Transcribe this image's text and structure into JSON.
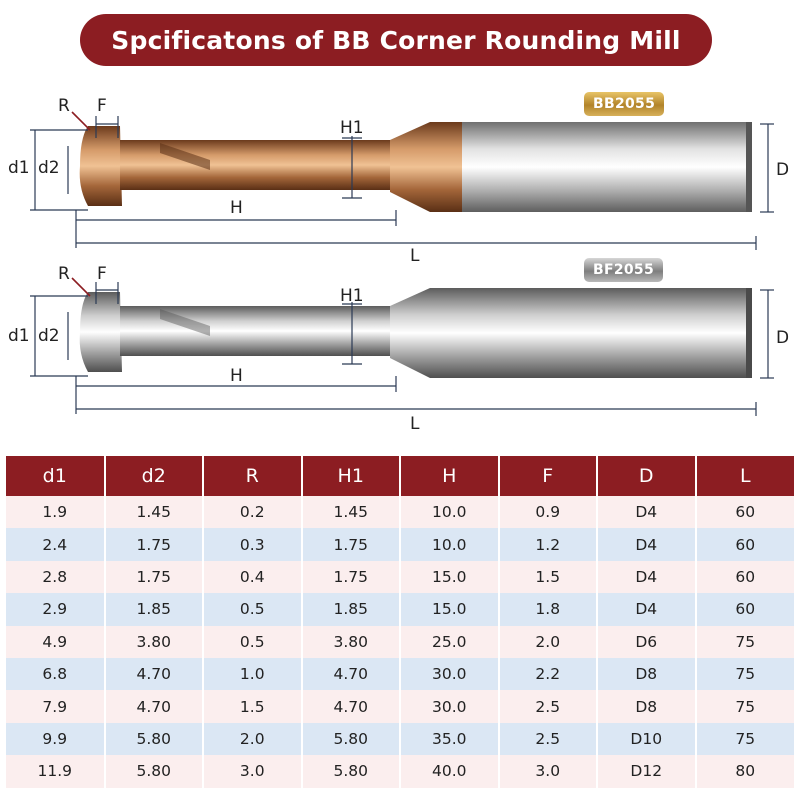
{
  "title": "Spcificatons of BB Corner Rounding Mill",
  "diagrams": [
    {
      "badge": "BB2055",
      "labels": {
        "R": "R",
        "F": "F",
        "d1": "d1",
        "d2": "d2",
        "H1": "H1",
        "H": "H",
        "L": "L",
        "D": "D"
      },
      "finish": "bronze-coated"
    },
    {
      "badge": "BF2055",
      "labels": {
        "R": "R",
        "F": "F",
        "d1": "d1",
        "d2": "d2",
        "H1": "H1",
        "H": "H",
        "L": "L",
        "D": "D"
      },
      "finish": "uncoated"
    }
  ],
  "table": {
    "headers": [
      "d1",
      "d2",
      "R",
      "H1",
      "H",
      "F",
      "D",
      "L"
    ],
    "rows": [
      [
        "1.9",
        "1.45",
        "0.2",
        "1.45",
        "10.0",
        "0.9",
        "D4",
        "60"
      ],
      [
        "2.4",
        "1.75",
        "0.3",
        "1.75",
        "10.0",
        "1.2",
        "D4",
        "60"
      ],
      [
        "2.8",
        "1.75",
        "0.4",
        "1.75",
        "15.0",
        "1.5",
        "D4",
        "60"
      ],
      [
        "2.9",
        "1.85",
        "0.5",
        "1.85",
        "15.0",
        "1.8",
        "D4",
        "60"
      ],
      [
        "4.9",
        "3.80",
        "0.5",
        "3.80",
        "25.0",
        "2.0",
        "D6",
        "75"
      ],
      [
        "6.8",
        "4.70",
        "1.0",
        "4.70",
        "30.0",
        "2.2",
        "D8",
        "75"
      ],
      [
        "7.9",
        "4.70",
        "1.5",
        "4.70",
        "30.0",
        "2.5",
        "D8",
        "75"
      ],
      [
        "9.9",
        "5.80",
        "2.0",
        "5.80",
        "35.0",
        "2.5",
        "D10",
        "75"
      ],
      [
        "11.9",
        "5.80",
        "3.0",
        "5.80",
        "40.0",
        "3.0",
        "D12",
        "80"
      ]
    ]
  },
  "colors": {
    "header_red": "#8c1d22",
    "row_pink": "#fbeeee",
    "row_blue": "#dbe7f4",
    "gold_badge": "#c9a04a",
    "silver_badge": "#9a9a9a"
  }
}
